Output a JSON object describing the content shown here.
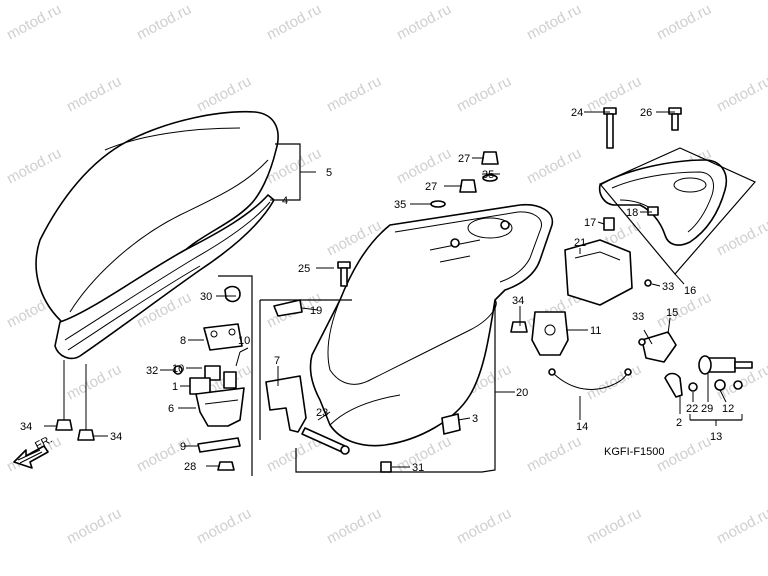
{
  "diagram": {
    "watermark": "motod.ru",
    "code": "KGFI-F1500",
    "direction_label": "FR.",
    "callouts": {
      "c1": "1",
      "c2": "2",
      "c3": "3",
      "c4": "4",
      "c5": "5",
      "c6": "6",
      "c7": "7",
      "c8": "8",
      "c9": "9",
      "c10a": "10",
      "c10b": "10",
      "c11": "11",
      "c12": "12",
      "c13": "13",
      "c14": "14",
      "c15": "15",
      "c16": "16",
      "c17": "17",
      "c18": "18",
      "c19": "19",
      "c20": "20",
      "c21": "21",
      "c22": "22",
      "c23": "23",
      "c24": "24",
      "c25": "25",
      "c26": "26",
      "c27a": "27",
      "c27b": "27",
      "c28": "28",
      "c29": "29",
      "c30": "30",
      "c31": "31",
      "c32": "32",
      "c33a": "33",
      "c33b": "33",
      "c34a": "34",
      "c34b": "34",
      "c34c": "34",
      "c35a": "35",
      "c35b": "35"
    }
  }
}
